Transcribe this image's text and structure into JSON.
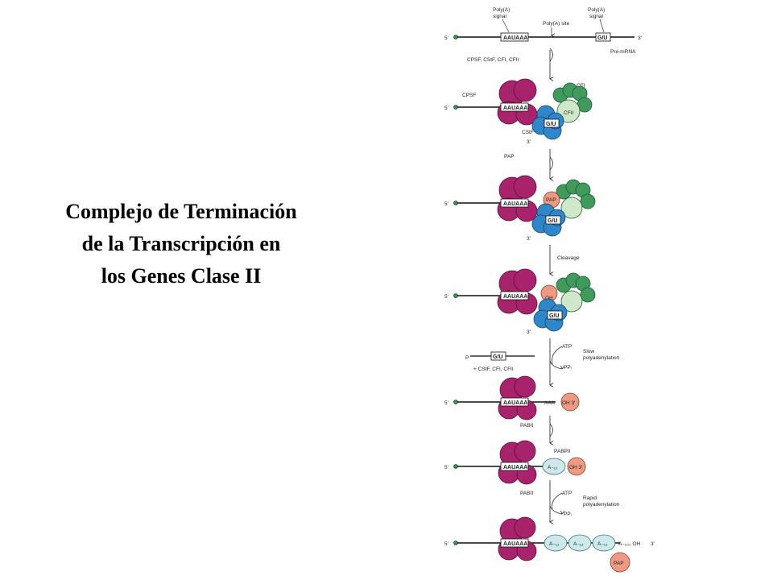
{
  "title": {
    "line1": "Complejo  de Terminación",
    "line2": "de la Transcripción  en",
    "line3": "los Genes Clase II"
  },
  "diagram": {
    "five_prime": "5′",
    "three_prime": "3′",
    "poly_a_signal": "AAUAAA",
    "gu_element": "G/U",
    "labels": {
      "polya_signal_line1": "Poly(A)",
      "polya_signal_line2": "signal",
      "polya_site": "Poly(A) site",
      "pre_mrna": "Pre-mRNA",
      "factors_step1": "CPSF, CStF, CFI, CFII",
      "cpsf": "CPSF",
      "cfi": "CFI",
      "cfii": "CFII",
      "cstf": "CStF",
      "pap": "PAP",
      "cleavage": "Cleavage",
      "oh": "OH",
      "atp": "ATP",
      "ppi": "PPᵢ",
      "slow_line1": "Slow",
      "slow_line2": "polyadenylation",
      "released_factors": "+ CStF, CFI, CFII",
      "p": "P",
      "aaa": "AAA",
      "oh3": "OH  3′",
      "pabii": "PABII",
      "pabpii": "PABPII",
      "a12": "A₋₁₂",
      "rapid_line1": "Rapid",
      "rapid_line2": "polyadenylation",
      "a200": "A₋₂₀₀ OH",
      "pap_free": "PAP"
    }
  },
  "colors": {
    "cpsf": "#a8236b",
    "cfi": "#3f9a5c",
    "cfii": "#cfe8c9",
    "cstf": "#2f86c8",
    "pap": "#ee9a82",
    "pabii": "#cde9ec"
  }
}
